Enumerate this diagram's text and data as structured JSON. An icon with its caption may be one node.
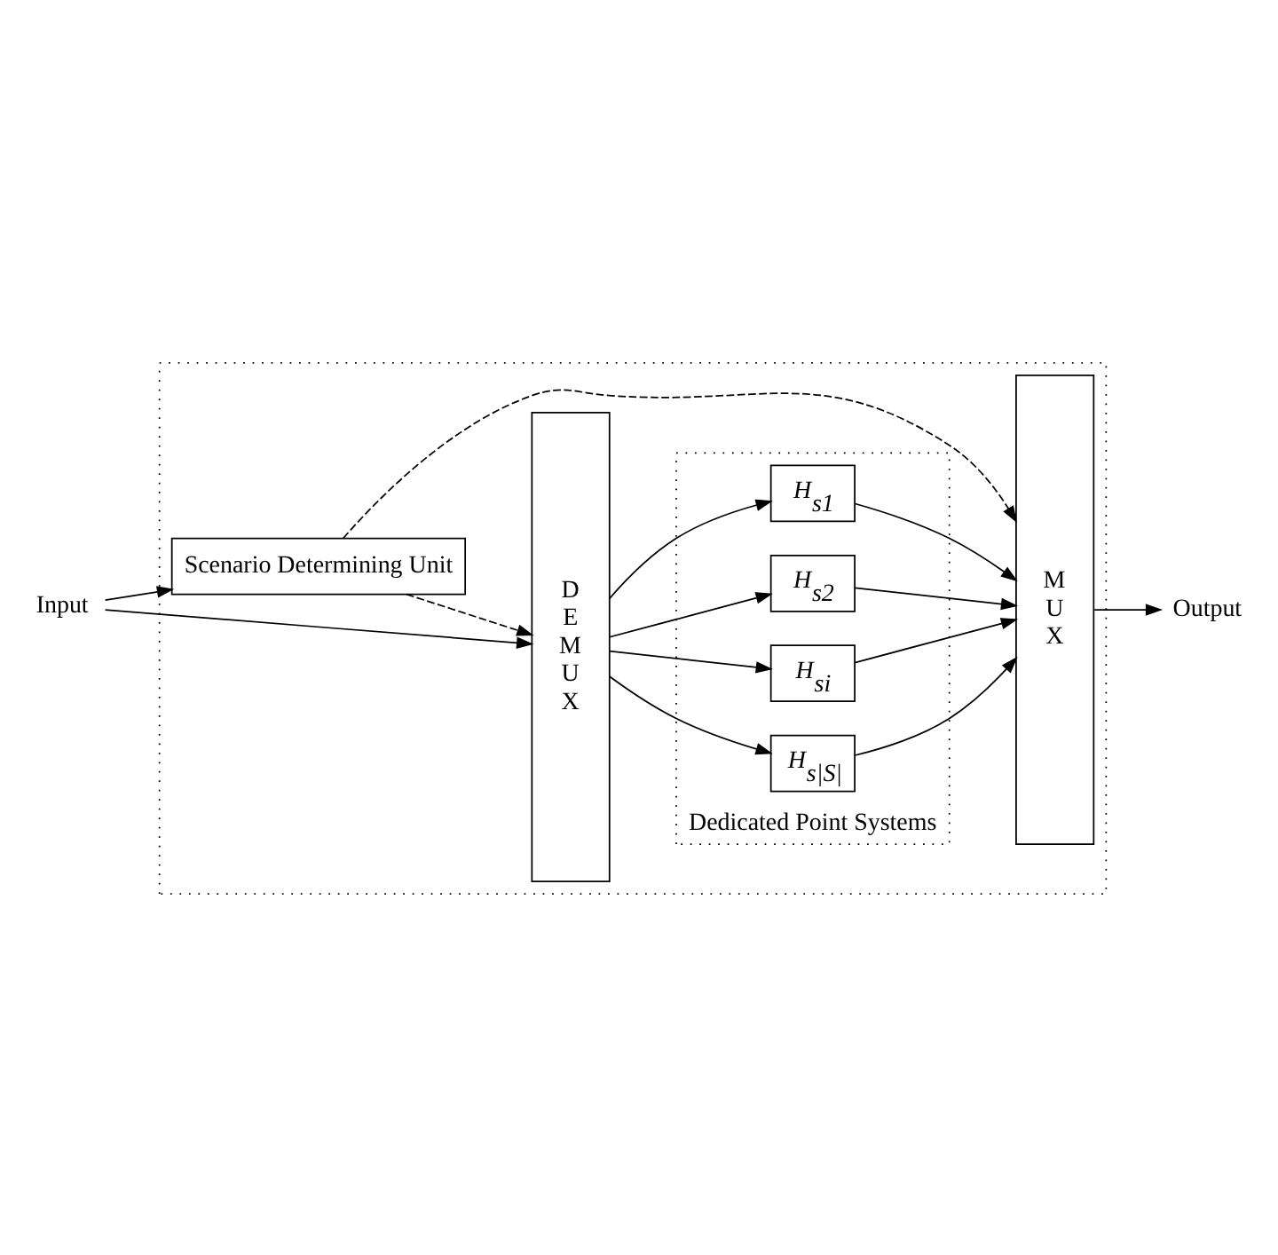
{
  "diagram": {
    "nodes": [
      {
        "text": [],
        "shape": "box"
      },
      {
        "text": [
          "Scenario Determining Unit"
        ],
        "in": 0
      },
      {
        "text": [
          "D E M U X"
        ],
        "in": 0
      },
      {
        "text": [
          "Dedicated Point Systems"
        ],
        "in": 0
      },
      {
        "text": [
          "H$_{s1}$"
        ],
        "in": 3
      },
      {
        "text": [
          "H$_{s2}$"
        ],
        "in": 3
      },
      {
        "text": [
          "H$_{si}$"
        ],
        "in": 3
      },
      {
        "text": [
          "H$_{s|S|}$"
        ],
        "in": 3
      },
      {
        "text": [
          "M U X"
        ],
        "in": 0
      },
      {
        "text": [
          "Input"
        ]
      },
      {
        "text": [
          "Output"
        ]
      }
    ],
    "edges": [
      {
        "from": 9,
        "to": 2,
        "arrow": "to"
      },
      {
        "from": 9,
        "to": 1,
        "arrow": "to"
      },
      {
        "from": 1,
        "to": 2,
        "arrow": "to",
        "style": "dashed"
      },
      {
        "from": 1,
        "to": 8,
        "arrow": "to",
        "style": "dashed"
      },
      {
        "from": 2,
        "to": 4,
        "arrow": "to"
      },
      {
        "from": 2,
        "to": 5,
        "arrow": "to"
      },
      {
        "from": 2,
        "to": 6,
        "arrow": "to"
      },
      {
        "from": 2,
        "to": 7,
        "arrow": "to"
      },
      {
        "from": 4,
        "to": 8,
        "arrow": "to"
      },
      {
        "from": 5,
        "to": 8,
        "arrow": "to"
      },
      {
        "from": 6,
        "to": 8,
        "arrow": "to"
      },
      {
        "from": 7,
        "to": 8,
        "arrow": "to"
      },
      {
        "from": 8,
        "to": 10,
        "arrow": "to"
      }
    ]
  }
}
